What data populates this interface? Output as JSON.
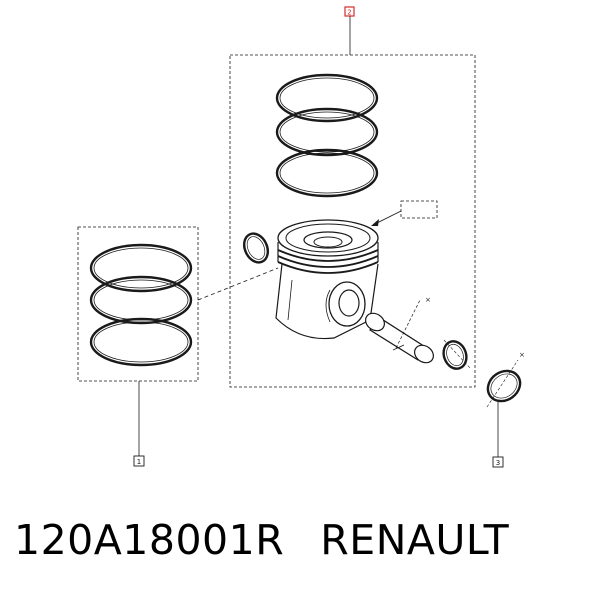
{
  "colors": {
    "line": "#1a1a1a",
    "highlight": "#d92b2b",
    "background": "#ffffff"
  },
  "diagram": {
    "callouts": {
      "assembly": "2",
      "rings": "1",
      "circlip": "3"
    }
  },
  "caption": {
    "text": "120A18001R   RENAULT"
  }
}
